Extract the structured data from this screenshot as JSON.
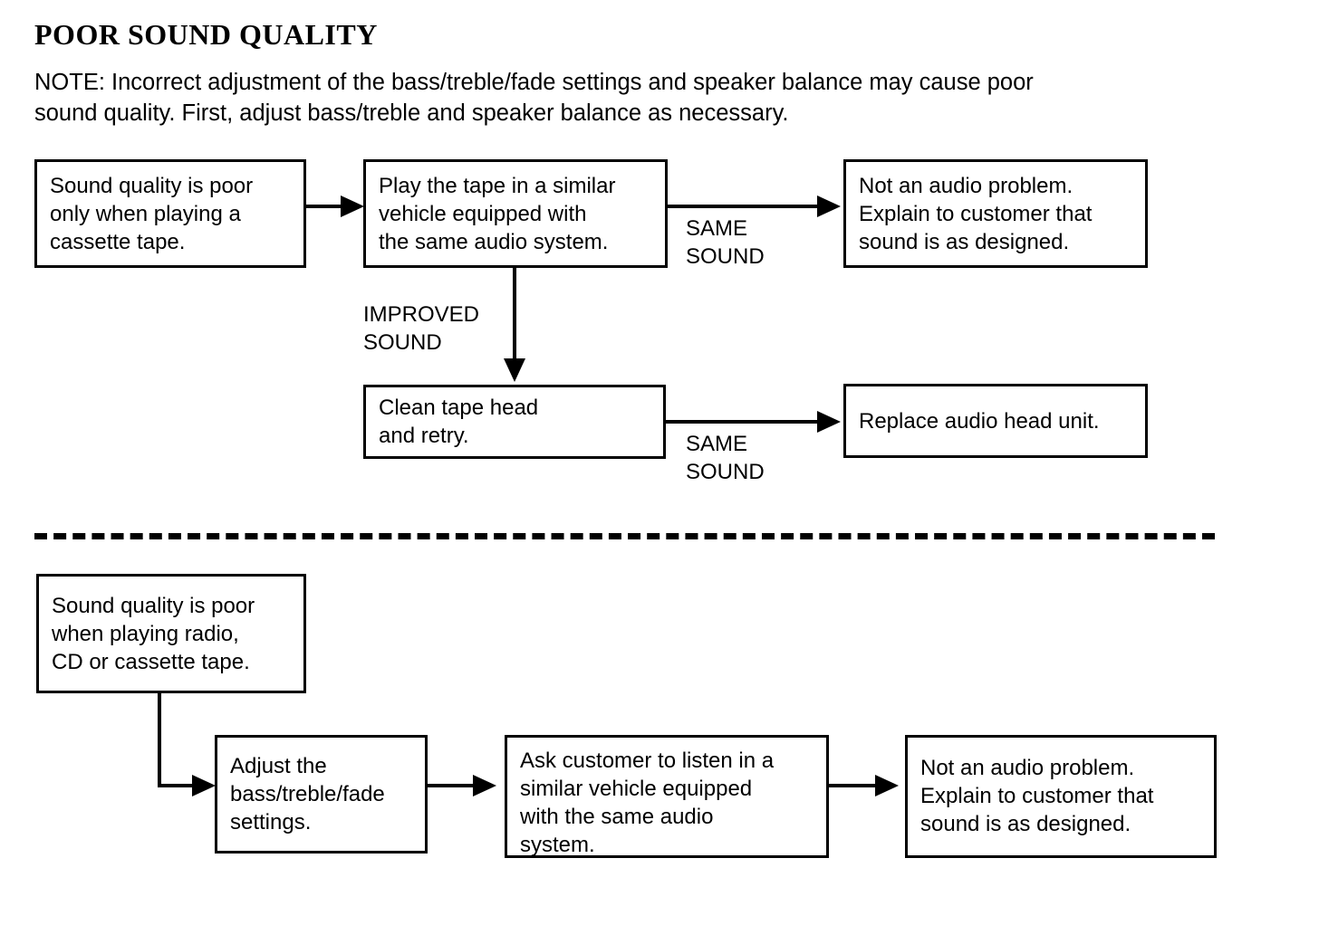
{
  "document": {
    "title": "POOR SOUND QUALITY",
    "note": {
      "line1": "NOTE:  Incorrect adjustment of the bass/treble/fade settings and speaker balance may cause poor",
      "line2": "sound quality.  First, adjust bass/treble and speaker balance as necessary."
    }
  },
  "flowchart_top": {
    "nodes": [
      {
        "id": "sound-poor-cassette",
        "text": "Sound quality is poor\nonly when playing a\ncassette tape."
      },
      {
        "id": "play-tape-similar-vehicle",
        "text": "Play the tape in a similar\nvehicle equipped with\nthe same audio system."
      },
      {
        "id": "not-audio-problem-explain",
        "text": "Not an audio problem.\nExplain to customer that\nsound is as designed."
      },
      {
        "id": "clean-tape-head",
        "text": "Clean tape head\nand retry."
      },
      {
        "id": "replace-audio-head-unit",
        "text": "Replace audio head unit."
      }
    ],
    "edge_labels": {
      "same_sound_1": "SAME\nSOUND",
      "improved_sound": "IMPROVED\nSOUND",
      "same_sound_2": "SAME\nSOUND"
    }
  },
  "flowchart_bottom": {
    "nodes": [
      {
        "id": "sound-poor-all-sources",
        "text": "Sound quality is poor\nwhen playing radio,\nCD or cassette tape."
      },
      {
        "id": "adjust-bass-treble-fade",
        "text": "Adjust the\nbass/treble/fade\nsettings."
      },
      {
        "id": "ask-customer-listen",
        "text": "Ask customer to listen in a\nsimilar vehicle equipped\nwith the same audio\nsystem."
      },
      {
        "id": "not-audio-problem-explain-2",
        "text": "Not an audio problem.\nExplain to customer that\nsound is as designed."
      }
    ]
  },
  "colors": {
    "ink": "#000000",
    "paper": "#ffffff"
  }
}
